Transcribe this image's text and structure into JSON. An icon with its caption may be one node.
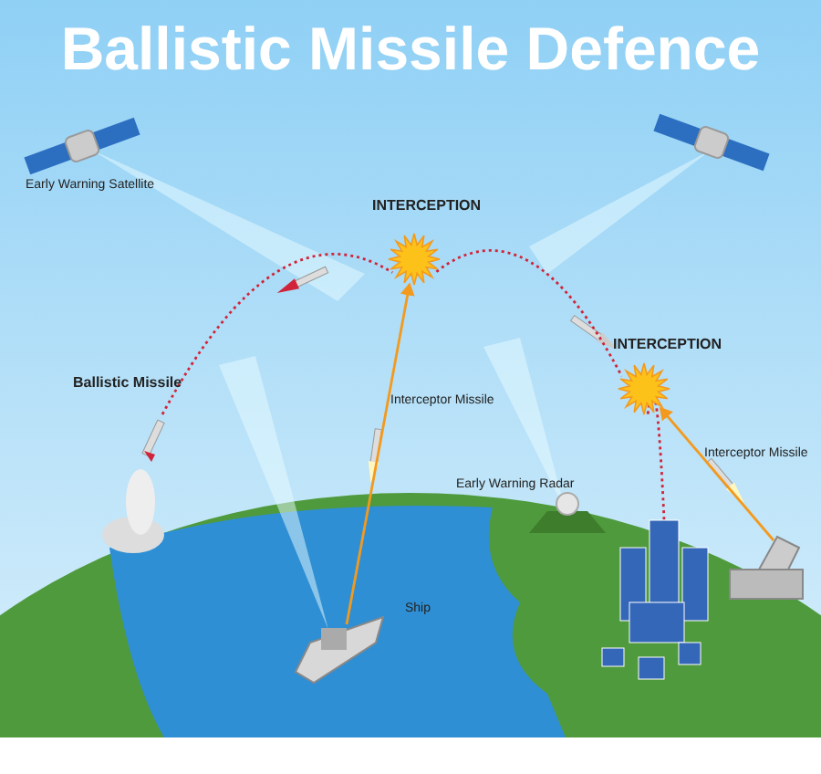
{
  "diagram": {
    "title": "Ballistic Missile Defence",
    "nodes": [
      {
        "text": [
          "INTERCEPTION"
        ]
      },
      {
        "text": [
          "INTERCEPTION"
        ]
      },
      {
        "text": [],
        "shape": "picture",
        "beside": [
          "Ship"
        ]
      },
      {
        "text": [],
        "shape": "picture"
      },
      {
        "text": [],
        "shape": "picture",
        "beside": [
          "Ballistic Missile"
        ]
      },
      {
        "text": [],
        "shape": "picture"
      }
    ],
    "edges": [
      {
        "from": 2,
        "to": 0,
        "arrow": "to",
        "color": "#f39a1e"
      },
      {
        "from": 5,
        "to": 1,
        "arrow": "to",
        "color": "#f39a1e"
      },
      {
        "from": 4,
        "to": 0,
        "arrow": "none",
        "style": "dashed",
        "color": "#d0243a"
      },
      {
        "from": 0,
        "to": 1,
        "arrow": "none",
        "style": "dashed",
        "color": "#d0243a"
      },
      {
        "from": 1,
        "to": 3,
        "arrow": "none",
        "style": "dashed",
        "color": "#d0243a"
      }
    ],
    "labels": [
      "Early Warning Satellite",
      "Interceptor Missile",
      "Early Warning Radar",
      "Interceptor Missile"
    ]
  }
}
